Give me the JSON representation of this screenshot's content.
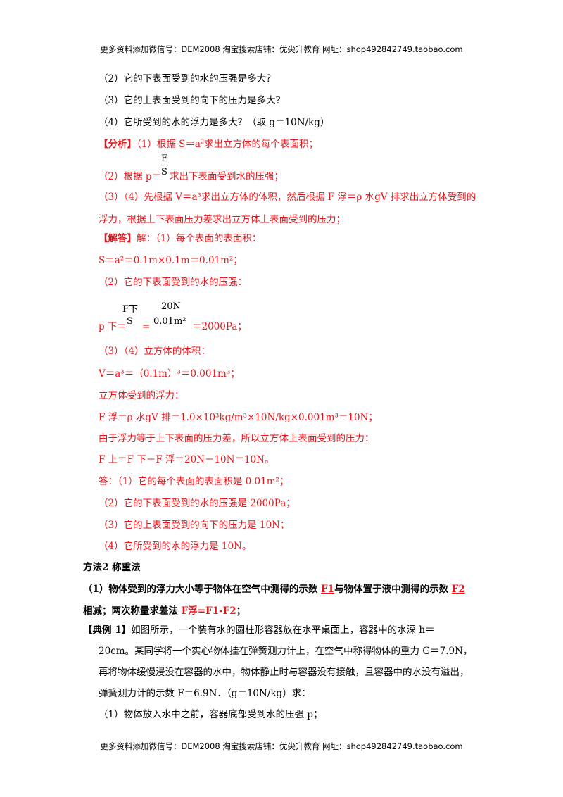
{
  "header": "更多资料添加微信号：DEM2008   淘宝搜索店铺：优尖升教育  网址：shop492842749.taobao.com",
  "footer": "更多资料添加微信号：DEM2008   淘宝搜索店铺：优尖升教育  网址：shop492842749.taobao.com",
  "q2": "（2）它的下表面受到的水的压强是多大？",
  "q3": "（3）它的上表面受到的向下的压力是多大？",
  "q4": "（4）它所受到的水的浮力是多大？（取 g＝10N/kg）",
  "analysis_tag": "【分析】",
  "analysis_1a": "（1）根据 S＝a",
  "analysis_1b": "求出立方体的每个表面积；",
  "analysis_2a": "（2）根据 p＝",
  "analysis_2b": "求出下表面受到水的压强；",
  "analysis_3": "（3）（4）先根据 V＝a³求出立方体的体积，然后根据 F 浮＝ρ 水gV 排求出立方体受到的",
  "analysis_3b": "浮力，根据上下表面压力差求出立方体上表面受到的压力；",
  "answer_tag": "【解答】",
  "answer_1": "解：（1）每个表面的表面积：",
  "answer_1b": "S＝a²＝0.1m×0.1m＝0.01m²；",
  "answer_2": "（2）它的下表面受到的水的压强：",
  "answer_2b_lhs": "p 下＝",
  "answer_2b_rhs": "＝2000Pa；",
  "frac_F": "F",
  "frac_S": "S",
  "frac_Fdown": "F下",
  "frac_20N": "20N",
  "frac_area": "0.01m²",
  "answer_34": "（3）（4）立方体的体积：",
  "answer_34b": "V＝a³＝（0.1m）³＝0.001m³；",
  "answer_34c": "立方体受到的浮力：",
  "answer_34d": "F 浮＝ρ 水gV 排＝1.0×10³kg/m³×10N/kg×0.001m³＝10N；",
  "answer_34e": "由于浮力等于上下表面的压力差，所以立方体上表面受到的压力：",
  "answer_34f": "F 上＝F 下－F 浮＝20N－10N＝10N。",
  "ans_final_1": "答：（1）它的每个表面的表面积是 0.01m²；",
  "ans_final_2": "（2）它的下表面受到的水的压强是 2000Pa；",
  "ans_final_3": "（3）它的上表面受到的向下的压力是 10N；",
  "ans_final_4": "（4）它所受到的水的浮力是 10N。",
  "method2": "方法2   称重法",
  "m2_line1a": "（1）物体受到的浮力大小等于物体在空气中测得的示数 ",
  "m2_F1": "F1",
  "m2_line1b": "与物体置于液中测得的示数 ",
  "m2_F2": "F2",
  "m2_line2a": "相减；两次称量求差法 ",
  "m2_formula": "F浮=F1-F2",
  "m2_line2b": "；",
  "ex_tag": "【典例 1】",
  "ex_1": "如图所示，一个装有水的圆柱形容器放在水平桌面上，容器中的水深 h＝",
  "ex_2": "20cm。某同学将一个实心物体挂在弹簧测力计上，在空气中称得物体的重力 G＝7.9N，",
  "ex_3": "再将物体缓慢浸没在容器的水中，物体静止时与容器没有接触，且容器中的水没有溢出，",
  "ex_4": "弹簧测力计的示数 F＝6.9N．（g＝10N/kg）求：",
  "ex_5": "（1）物体放入水中之前，容器底部受到水的压强 p；"
}
